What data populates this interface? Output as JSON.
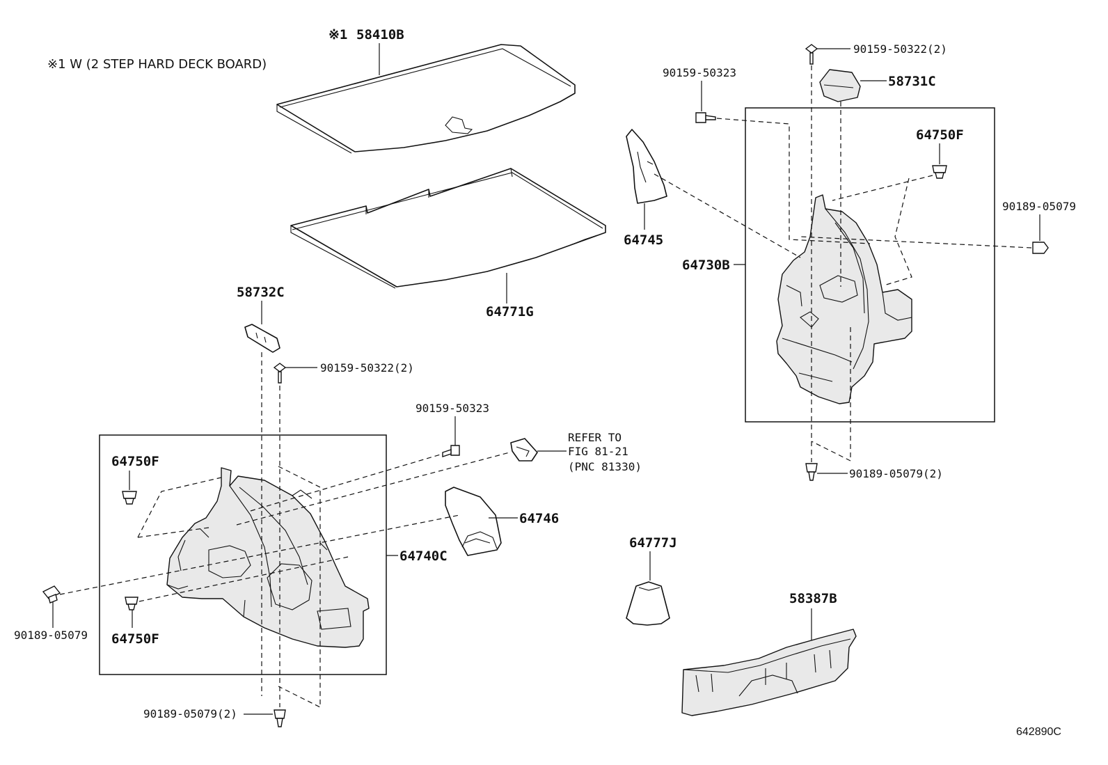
{
  "note": {
    "marker": "※1",
    "text": "※1 W (2 STEP HARD DECK BOARD)"
  },
  "parts": {
    "p58410B": "58410B",
    "p64771G": "64771G",
    "p58732C": "58732C",
    "p64745": "64745",
    "p64730B": "64730B",
    "p58731C": "58731C",
    "p64750F_right": "64750F",
    "p64750F_left_top": "64750F",
    "p64750F_left_bottom": "64750F",
    "p64740C": "64740C",
    "p64746": "64746",
    "p64777J": "64777J",
    "p58387B": "58387B"
  },
  "fasteners": {
    "f90159_50322_2_top": "90159-50322(2)",
    "f90159_50323_top": "90159-50323",
    "f90189_05079_right": "90189-05079",
    "f90189_05079_2_right": "90189-05079(2)",
    "f90159_50322_2_left": "90159-50322(2)",
    "f90159_50323_left": "90159-50323",
    "f90189_05079_left": "90189-05079",
    "f90189_05079_2_bottom": "90189-05079(2)"
  },
  "reference": {
    "line1": "REFER TO",
    "line2": "FIG 81-21",
    "line3": "(PNC 81330)"
  },
  "figure_id": "642890C"
}
